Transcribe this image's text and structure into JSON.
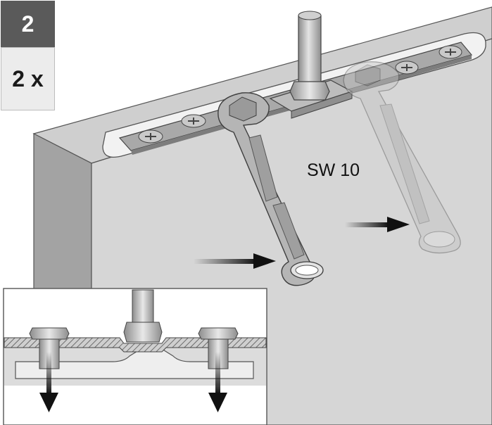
{
  "step": {
    "number": "2",
    "quantity": "2 x"
  },
  "wrench": {
    "size_label": "SW 10"
  },
  "colors": {
    "panel_face": "#d6d6d6",
    "panel_top": "#cfcfcf",
    "panel_edge": "#9c9c9c",
    "plate": "#a9a9a9",
    "bolt": "#bcbcbc",
    "arrow": "#111111",
    "step_dark": "#5a5a5a"
  },
  "icons": [
    "wrench-icon",
    "ghost-wrench-icon",
    "bolt-icon",
    "screw-icon",
    "arrow-right-icon",
    "arrow-down-icon"
  ]
}
